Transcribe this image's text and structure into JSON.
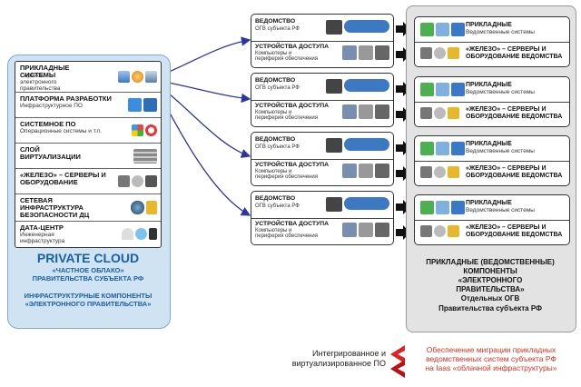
{
  "colors": {
    "cloud_fill": "#cfe3f3",
    "cloud_text": "#1a5fa8",
    "right_panel_fill": "#e3e3e3",
    "arrow": "#2c34a8",
    "legend_red": "#e0301e"
  },
  "cloud": {
    "layers": [
      {
        "title": "ПРИКЛАДНЫЕ СИСТЕМЫ",
        "subtitle": "Сервисы электронного правительства",
        "icons": [
          "window-icon",
          "globe-icon",
          "window-icon"
        ]
      },
      {
        "title": "ПЛАТФОРМА РАЗРАБОТКИ",
        "subtitle": "Инфраструктурное ПО",
        "icons": [
          "app-store-icon",
          "tools-icon"
        ]
      },
      {
        "title": "СИСТЕМНОЕ ПО",
        "subtitle": "Операционные системы и т.п.",
        "icons": [
          "windows-logo-icon",
          "lifebuoy-icon"
        ]
      },
      {
        "title": "СЛОЙ ВИРТУАЛИЗАЦИИ",
        "subtitle": "",
        "icons": [
          "server-stack-icon"
        ]
      },
      {
        "title": "«ЖЕЛЕЗО» – СЕРВЕРЫ И ОБОРУДОВАНИЕ",
        "subtitle": "",
        "icons": [
          "server-icon",
          "disk-icon",
          "hardware-icon"
        ]
      },
      {
        "title": "СЕТЕВАЯ ИНФРАСТРУКТУРА БЕЗОПАСНОСТИ ДЦ",
        "subtitle": "",
        "icons": [
          "network-globe-icon",
          "padlock-icon"
        ]
      },
      {
        "title": "ДАТА-ЦЕНТР",
        "subtitle": "Инженерная инфраструктура",
        "icons": [
          "wifi-icon",
          "snowflake-icon",
          "battery-icon"
        ]
      }
    ],
    "title": "PRIVATE CLOUD",
    "subtitle_line1": "«ЧАСТНОЕ ОБЛАКО»",
    "subtitle_line2": "ПРАВИТЕЛЬСТВА СУБЪЕКТА РФ",
    "infra_line1": "ИНФРАСТРУКТУРНЫЕ КОМПОНЕНТЫ",
    "infra_line2": "«ЭЛЕКТРОННОГО ПРАВИТЕЛЬСТВА»"
  },
  "agencies": [
    {
      "dept_title": "ВЕДОМСТВО",
      "dept_sub": "ОГВ субъекта РФ",
      "devices_title": "УСТРОЙСТВА ДОСТУПА",
      "devices_sub1": "Компьютеры и",
      "devices_sub2": "периферия обеспечения"
    },
    {
      "dept_title": "ВЕДОМСТВО",
      "dept_sub": "ОГВ субъекта РФ",
      "devices_title": "УСТРОЙСТВА ДОСТУПА",
      "devices_sub1": "Компьютеры и",
      "devices_sub2": "периферия обеспечения"
    },
    {
      "dept_title": "ВЕДОМСТВО",
      "dept_sub": "ОГВ субъекта РФ",
      "devices_title": "УСТРОЙСТВА ДОСТУПА",
      "devices_sub1": "Компьютеры и",
      "devices_sub2": "периферия обеспечения"
    },
    {
      "dept_title": "ВЕДОМСТВО",
      "dept_sub": "ОГВ субъекта РФ",
      "devices_title": "УСТРОЙСТВА ДОСТУПА",
      "devices_sub1": "Компьютеры и",
      "devices_sub2": "периферия обеспечения"
    }
  ],
  "applied": [
    {
      "apps_title": "ПРИКЛАДНЫЕ",
      "apps_sub": "Ведомственные системы",
      "hw_title_1": "«ЖЕЛЕЗО» – СЕРВЕРЫ И",
      "hw_title_2": "ОБОРУДОВАНИЕ ВЕДОМСТВА"
    },
    {
      "apps_title": "ПРИКЛАДНЫЕ",
      "apps_sub": "Ведомственные системы",
      "hw_title_1": "«ЖЕЛЕЗО» – СЕРВЕРЫ И",
      "hw_title_2": "ОБОРУДОВАНИЕ ВЕДОМСТВА"
    },
    {
      "apps_title": "ПРИКЛАДНЫЕ",
      "apps_sub": "Ведомственные системы",
      "hw_title_1": "«ЖЕЛЕЗО» – СЕРВЕРЫ И",
      "hw_title_2": "ОБОРУДОВАНИЕ ВЕДОМСТВА"
    },
    {
      "apps_title": "ПРИКЛАДНЫЕ",
      "apps_sub": "Ведомственные системы",
      "hw_title_1": "«ЖЕЛЕЗО» – СЕРВЕРЫ И",
      "hw_title_2": "ОБОРУДОВАНИЕ ВЕДОМСТВА"
    }
  ],
  "right_panel": {
    "line1": "ПРИКЛАДНЫЕ (ВЕДОМСТВЕННЫЕ)",
    "line2": "КОМПОНЕНТЫ",
    "line3": "«ЭЛЕКТРОННОГО",
    "line4": "ПРАВИТЕЛЬСТВА»",
    "line5": "Отдельных ОГВ",
    "line6": "Правительства субъекта РФ"
  },
  "legend": {
    "left_line1": "Интегрированное и",
    "left_line2": "виртуализированное ПО",
    "right_line1": "Обеспечение миграции прикладных",
    "right_line2": "ведомственных систем субъекта РФ",
    "right_line3": "на Iaas «облачной инфраструктуры»"
  }
}
